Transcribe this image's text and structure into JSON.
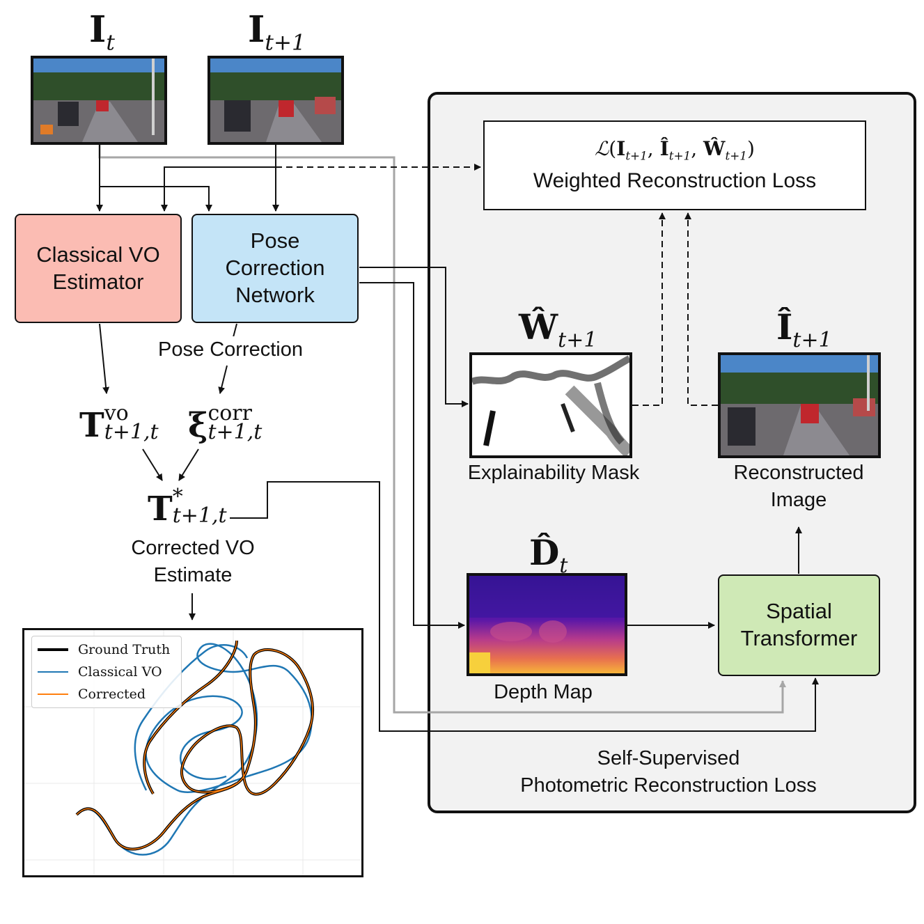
{
  "frames": {
    "frame_t": {
      "sym": "I",
      "sub": "t"
    },
    "frame_t1": {
      "sym": "I",
      "sub": "t+1"
    }
  },
  "boxes": {
    "classical_vo": {
      "line1": "Classical VO",
      "line2": "Estimator",
      "color": "#fbbcb3"
    },
    "pose_net": {
      "line1": "Pose",
      "line2": "Correction",
      "line3": "Network",
      "color": "#c4e4f7"
    },
    "spatial_transformer": {
      "line1": "Spatial",
      "line2": "Transformer",
      "color": "#cfe9b6"
    },
    "loss": {
      "formula_script": "ℒ",
      "line2": "Weighted Reconstruction Loss"
    }
  },
  "labels": {
    "pose_correction": "Pose Correction",
    "corrected_vo_1": "Corrected VO",
    "corrected_vo_2": "Estimate",
    "explainability_mask": "Explainability Mask",
    "reconstructed_1": "Reconstructed",
    "reconstructed_2": "Image",
    "depth_map": "Depth Map",
    "self_sup_1": "Self-Supervised",
    "self_sup_2": "Photometric Reconstruction Loss"
  },
  "symbols": {
    "T_vo": {
      "sym": "T",
      "sup": "vo",
      "sub": "t+1,t"
    },
    "xi_corr": {
      "sym": "ξ",
      "sup": "corr",
      "sub": "t+1,t"
    },
    "T_star": {
      "sym": "T",
      "sup": "*",
      "sub": "t+1,t"
    },
    "W_hat": {
      "sym": "Ŵ",
      "sub": "t+1"
    },
    "I_hat": {
      "sym": "Î",
      "sub": "t+1"
    },
    "D_hat": {
      "sym": "D̂",
      "sub": "t"
    }
  },
  "legend": [
    {
      "label": "Ground Truth",
      "color": "#000000"
    },
    {
      "label": "Classical VO",
      "color": "#1f77b4"
    },
    {
      "label": "Corrected",
      "color": "#ff7f0e"
    }
  ],
  "colors": {
    "panel_bg": "#f2f2f2",
    "gray_arrow": "#a6a6a6"
  }
}
